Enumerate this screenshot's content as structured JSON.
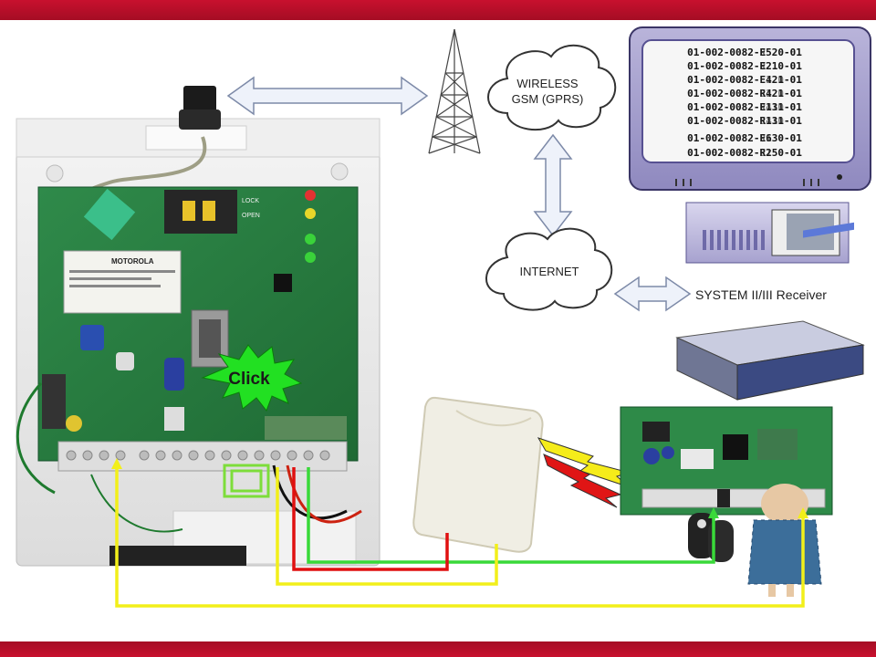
{
  "diagram": {
    "wireless_label_line1": "WIRELESS",
    "wireless_label_line2": "GSM (GPRS)",
    "internet_label": "INTERNET",
    "receiver_label": "SYSTEM II/III Receiver",
    "click_label": "Click",
    "monitor_lines": [
      "01-002-0082-E520-01",
      "01-002-0082-E210-01",
      "01-002-0082-E421-01",
      "01-002-0082-R421-01",
      "01-002-0082-E131-01",
      "01-002-0082-R131-01",
      "01-002-0082-E630-01",
      "01-002-0082-R250-01"
    ],
    "monitor_overlay_lines": [
      "01-002-0082-R520-01",
      "01-002-0082-R210-01",
      "01-002-0082-E120-01",
      "01-002-0082-E120-01",
      "01-002-0082-R410-01",
      "01-002-0082-E410-01",
      "01-002-0082-R130-01",
      "01-002-0082-E150-01"
    ],
    "board_label_lock": "LOCK",
    "board_label_open": "OPEN",
    "board_label_brand": "MOTOROLA",
    "wire_colors": {
      "green": "#39d939",
      "red": "#e01010",
      "yellow": "#f2ef1a",
      "green_box": "#7ddd3a"
    }
  }
}
